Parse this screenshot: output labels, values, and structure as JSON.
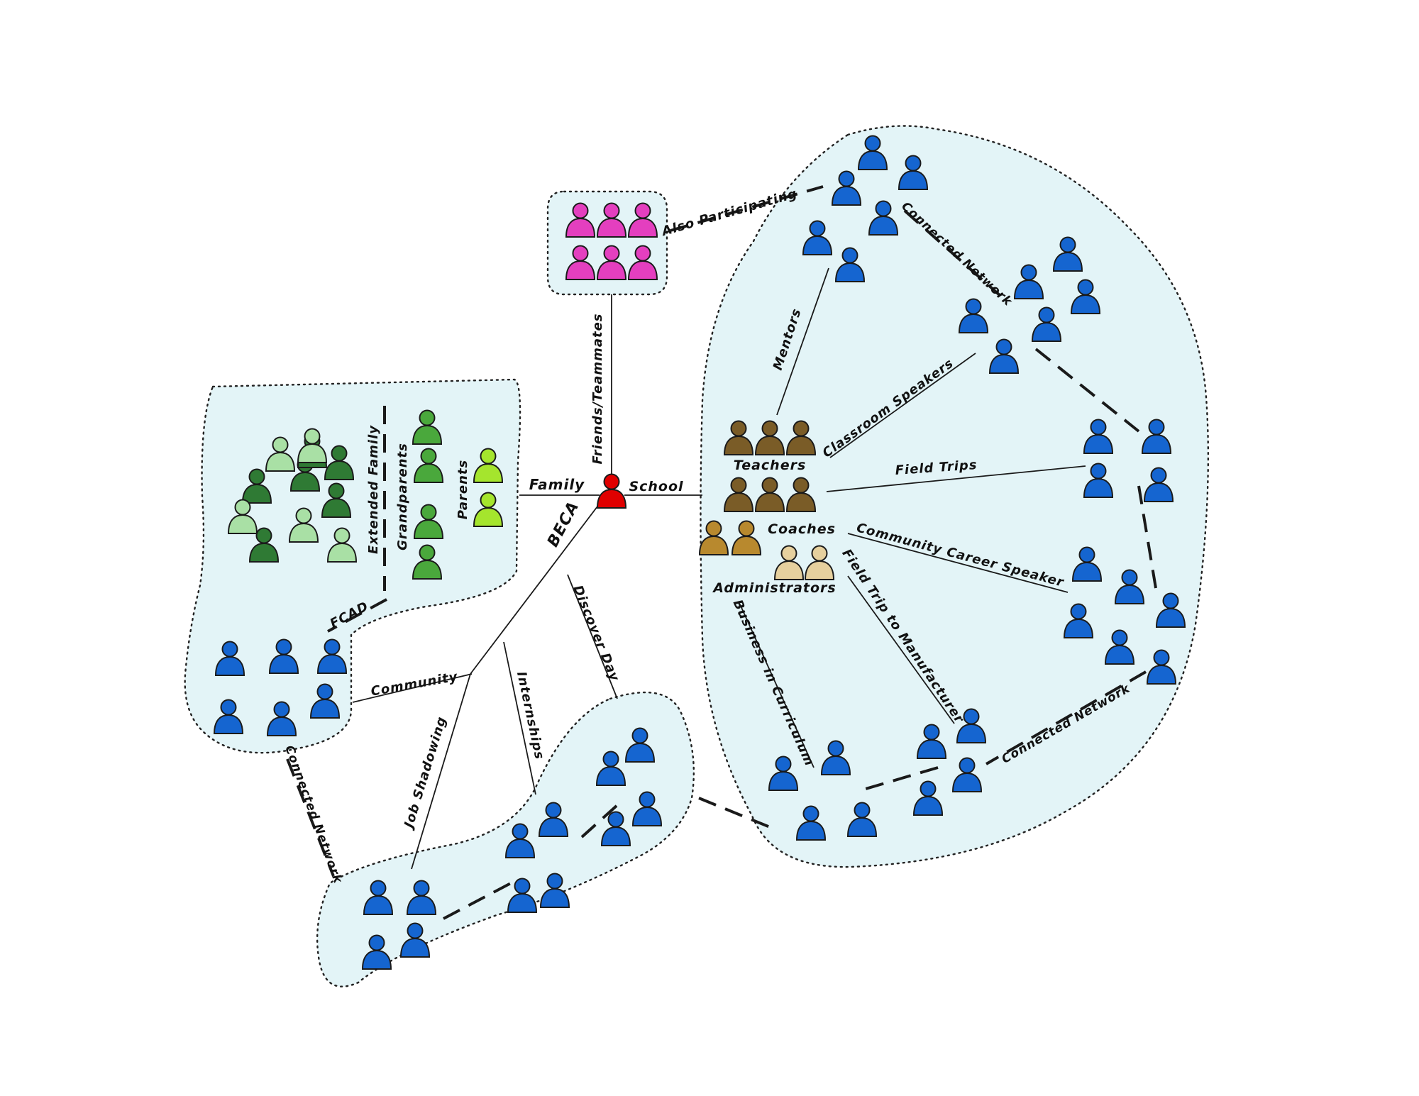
{
  "colors": {
    "region_fill": "#e3f4f7",
    "network": "#1565d0",
    "friends": "#e43fbf",
    "beca": "#e00000",
    "parents": "#a5e52d",
    "grandparents": "#4aa83c",
    "extended_family_dark": "#2f7a34",
    "extended_family_light": "#a9e0a5",
    "teachers": "#7a5c27",
    "coaches": "#b8892e",
    "administrators": "#e6d09e"
  },
  "icon": "person-icon",
  "labels": {
    "beca": "BECA",
    "family": "Family",
    "school": "School",
    "friends_teammates": "Friends/Teammates",
    "also_participating": "Also Participating",
    "connected_network_top": "Connected Network",
    "mentors": "Mentors",
    "classroom_speakers": "Classroom Speakers",
    "teachers": "Teachers",
    "field_trips": "Field Trips",
    "coaches": "Coaches",
    "community_career_speaker": "Community Career Speaker",
    "administrators": "Administrators",
    "field_trip_manufacturer": "Field Trip to Manufacturer",
    "business_in_curriculum": "Business in Curriculum",
    "connected_network_bottom": "Connected Network",
    "extended_family": "Extended Family",
    "grandparents": "Grandparents",
    "parents": "Parents",
    "fcad": "FCAD",
    "community": "Community",
    "internships": "Internships",
    "discover_day": "Discover Day",
    "job_shadowing": "Job Shadowing",
    "connected_network_left": "Connected Network"
  }
}
